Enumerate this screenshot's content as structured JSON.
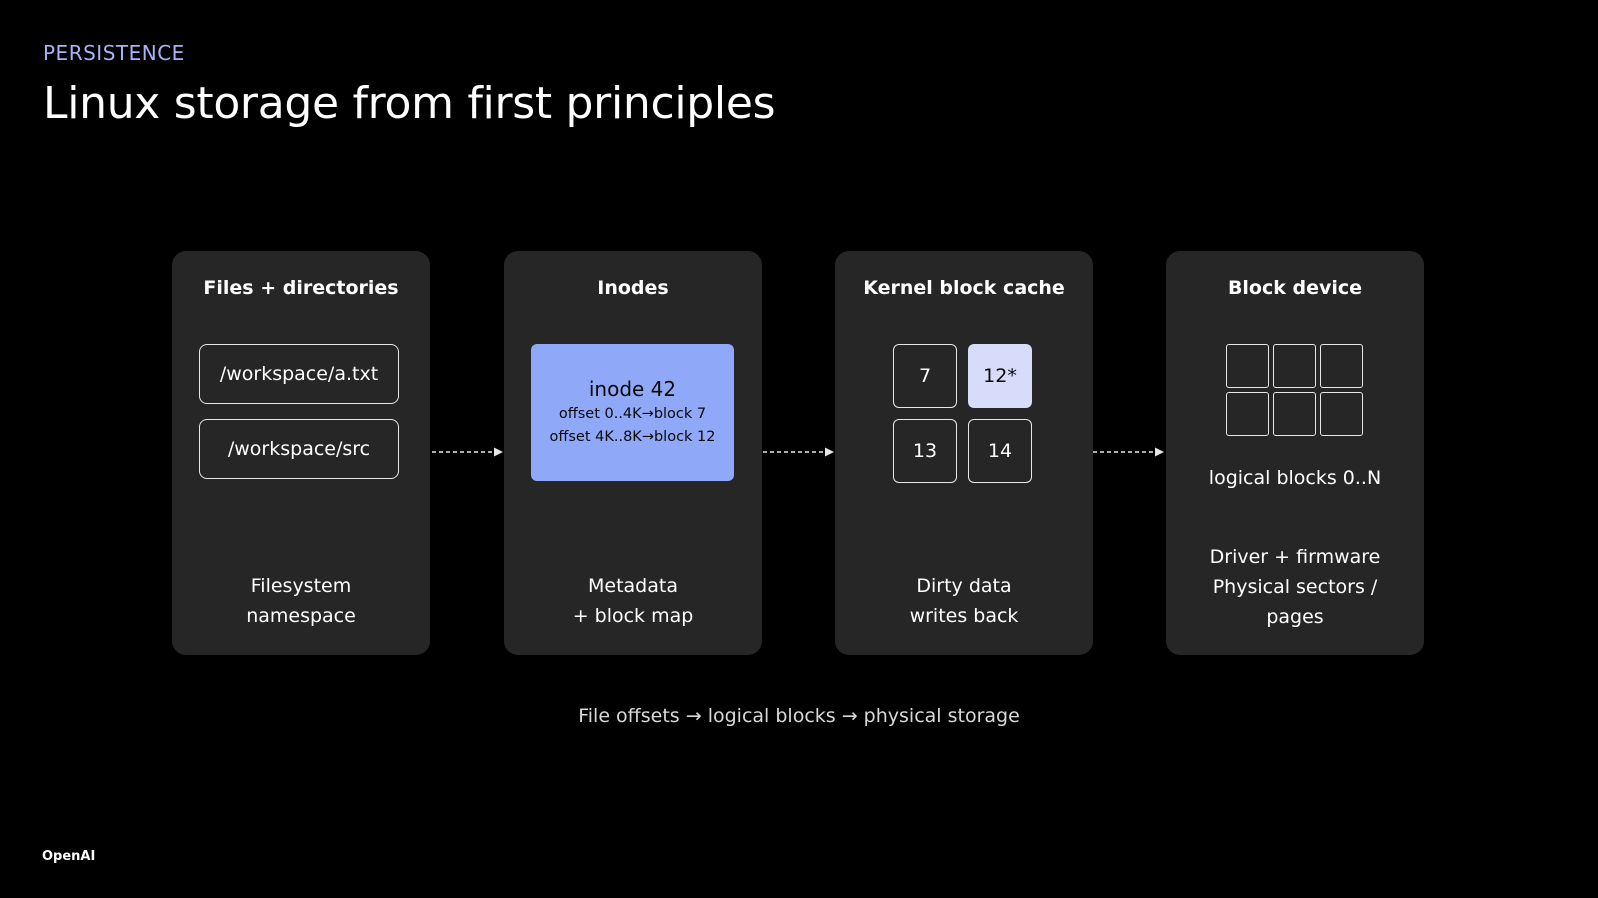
{
  "slide": {
    "eyebrow": "PERSISTENCE",
    "title": "Linux storage from first principles",
    "flow_caption": "File offsets → logical blocks → physical storage",
    "brand": "OpenAI"
  },
  "colors": {
    "background": "#000000",
    "panel": "#262626",
    "eyebrow": "#a7b3f6",
    "inode_highlight": "#8fa8f8",
    "dirty_block": "#d7dcfb"
  },
  "stages": {
    "files": {
      "title": "Files + directories",
      "paths": [
        "/workspace/a.txt",
        "/workspace/src"
      ],
      "caption_line1": "Filesystem",
      "caption_line2": "namespace"
    },
    "inodes": {
      "title": "Inodes",
      "inode_name": "inode 42",
      "mappings": [
        "offset 0..4K→block 7",
        "offset 4K..8K→block 12"
      ],
      "caption_line1": "Metadata",
      "caption_line2": "+ block map"
    },
    "cache": {
      "title": "Kernel block cache",
      "blocks": [
        {
          "label": "7",
          "dirty": false
        },
        {
          "label": "12*",
          "dirty": true
        },
        {
          "label": "13",
          "dirty": false
        },
        {
          "label": "14",
          "dirty": false
        }
      ],
      "caption_line1": "Dirty data",
      "caption_line2": "writes back"
    },
    "device": {
      "title": "Block device",
      "block_count": 6,
      "blocks_label": "logical blocks 0..N",
      "caption_line1": "Driver + firmware",
      "caption_line2": "Physical sectors /",
      "caption_line3": "pages"
    }
  },
  "connectors": [
    "files-to-inodes",
    "inodes-to-cache",
    "cache-to-device"
  ]
}
